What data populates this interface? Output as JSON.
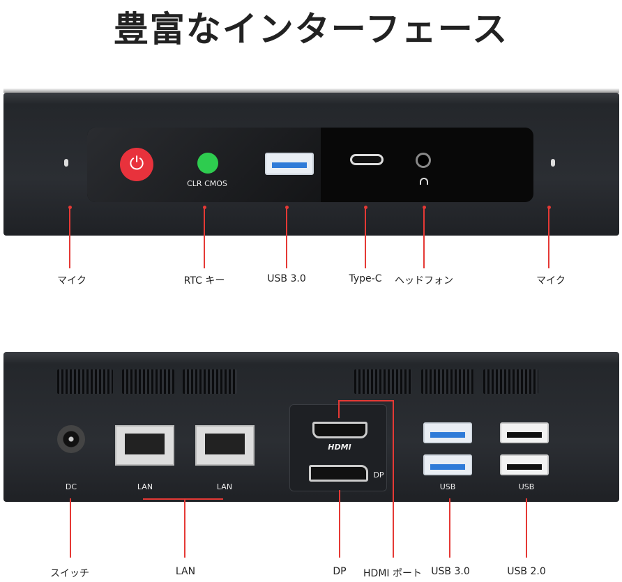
{
  "title": "豊富なインターフェース",
  "front": {
    "device_text": "CLR CMOS",
    "labels": [
      "マイク",
      "RTC キー",
      "USB 3.0",
      "Type-C",
      "ヘッドフォン",
      "マイク"
    ]
  },
  "back": {
    "device_text": {
      "dc": "DC",
      "lan1": "LAN",
      "lan2": "LAN",
      "hdmi": "HDMI",
      "dp": "DP",
      "usb3": "USB",
      "usb2": "USB"
    },
    "labels": [
      "スイッチ",
      "LAN",
      "DP",
      "HDMI ポート",
      "USB 3.0",
      "USB 2.0"
    ]
  },
  "colors": {
    "callout": "#e53935",
    "power": "#e8323c",
    "rtc": "#2ecc4f",
    "usb3": "#2f7bd8"
  }
}
